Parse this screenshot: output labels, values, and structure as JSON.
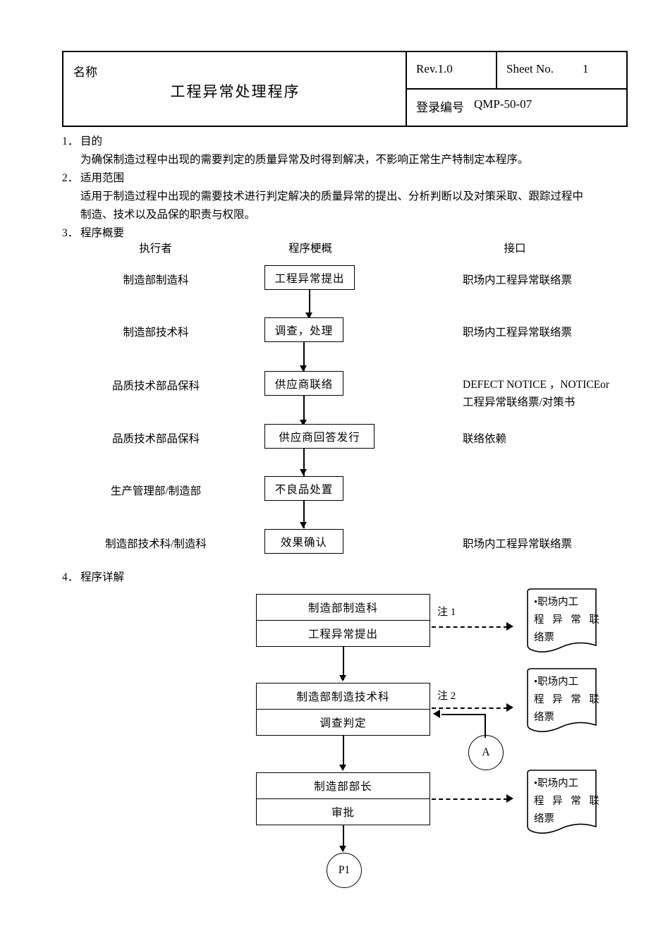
{
  "header": {
    "name_label": "名称",
    "doc_title": "工程异常处理程序",
    "revision": "Rev.1.0",
    "sheet_label": "Sheet No.",
    "sheet_number": "1",
    "reg_label": "登录编号",
    "reg_number": "QMP-50-07"
  },
  "sections": [
    {
      "no": "1．",
      "heading": "目的",
      "lines": [
        "为确保制造过程中出现的需要判定的质量异常及时得到解决，不影响正常生产特制定本程序。"
      ]
    },
    {
      "no": "2．",
      "heading": "适用范围",
      "lines": [
        "适用于制造过程中出现的需要技术进行判定解决的质量异常的提出、分析判断以及对策采取、跟踪过程中",
        "制造、技术以及品保的职责与权限。"
      ]
    },
    {
      "no": "3．",
      "heading": "程序概要",
      "lines": []
    },
    {
      "no": "4．",
      "heading": "程序详解",
      "lines": []
    }
  ],
  "overview": {
    "columns": [
      "执行者",
      "程序梗概",
      "接口"
    ],
    "rows": [
      {
        "actor": "制造部制造科",
        "step": "工程异常提出",
        "interface": [
          "职场内工程异常联络票"
        ]
      },
      {
        "actor": "制造部技术科",
        "step": "调查，处理",
        "interface": [
          "职场内工程异常联络票"
        ]
      },
      {
        "actor": "品质技术部品保科",
        "step": "供应商联络",
        "interface": [
          "DEFECT  NOTICE ，NOTICEor",
          "工程异常联络票/对策书"
        ]
      },
      {
        "actor": "品质技术部品保科",
        "step": "供应商回答发行",
        "interface": [
          "联络依赖"
        ]
      },
      {
        "actor": "生产管理部/制造部",
        "step": "不良品处置",
        "interface": []
      },
      {
        "actor": "制造部技术科/制造科",
        "step": "效果确认",
        "interface": [
          "职场内工程异常联络票"
        ]
      }
    ]
  },
  "detail": {
    "steps": [
      {
        "owner": "制造部制造科",
        "action": "工程异常提出",
        "note": "注 1"
      },
      {
        "owner": "制造部制造技术科",
        "action": "调查判定",
        "note": "注 2"
      },
      {
        "owner": "制造部部长",
        "action": "审批",
        "note": ""
      }
    ],
    "documents": [
      {
        "line1": "•职场内工",
        "line2": "程 异 常 联",
        "line3": "络票"
      },
      {
        "line1": "•职场内工",
        "line2": "程 异 常 联",
        "line3": "络票"
      },
      {
        "line1": "•职场内工",
        "line2": "程 异 常 联",
        "line3": "络票"
      }
    ],
    "connector_a": "A",
    "connector_p1": "P1"
  },
  "colors": {
    "line": "#000000",
    "background": "#ffffff",
    "text": "#000000"
  }
}
